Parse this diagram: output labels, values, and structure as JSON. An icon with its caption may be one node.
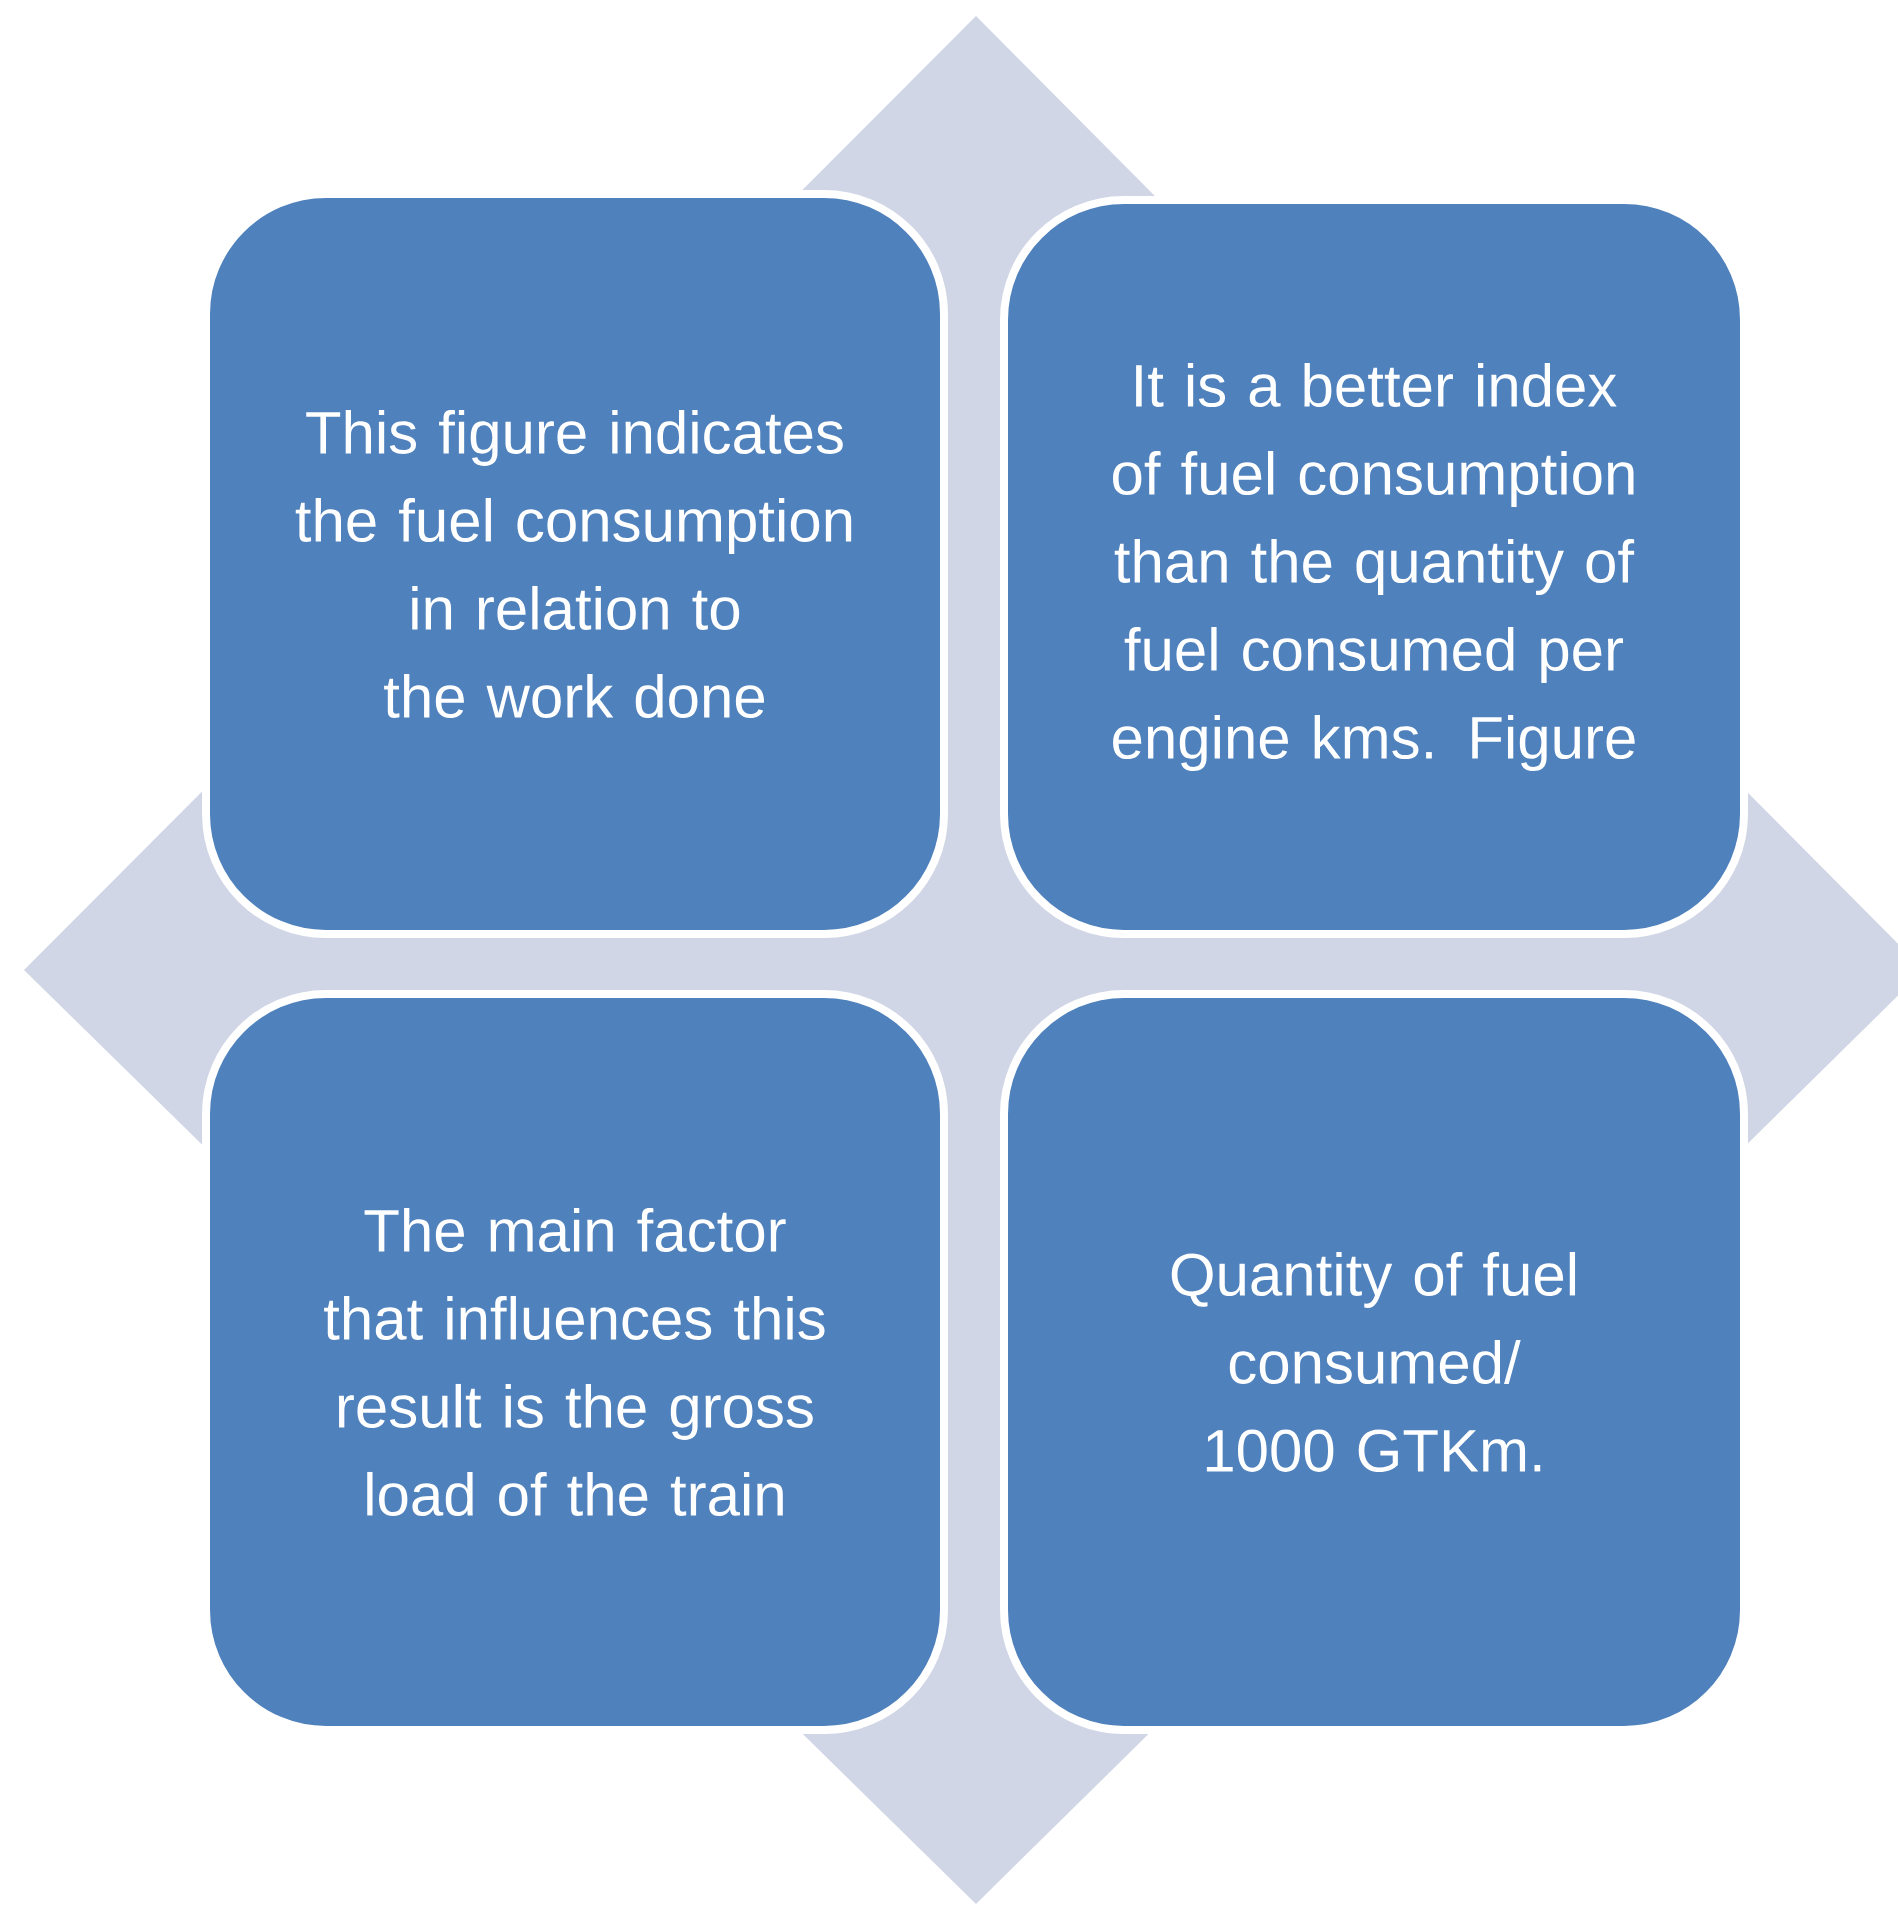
{
  "diagram": {
    "nodes": [
      {
        "text": [
          "This figure indicates the fuel consumption in relation to the work done"
        ]
      },
      {
        "text": [
          "It is a better index of fuel consumption than the quantity of fuel consumed per engine kms. Figure"
        ]
      },
      {
        "text": [
          "The main factor that influences this result is the gross load of the train"
        ]
      },
      {
        "text": [
          "Quantity of fuel consumed/ 1000 GTKm."
        ]
      }
    ]
  }
}
